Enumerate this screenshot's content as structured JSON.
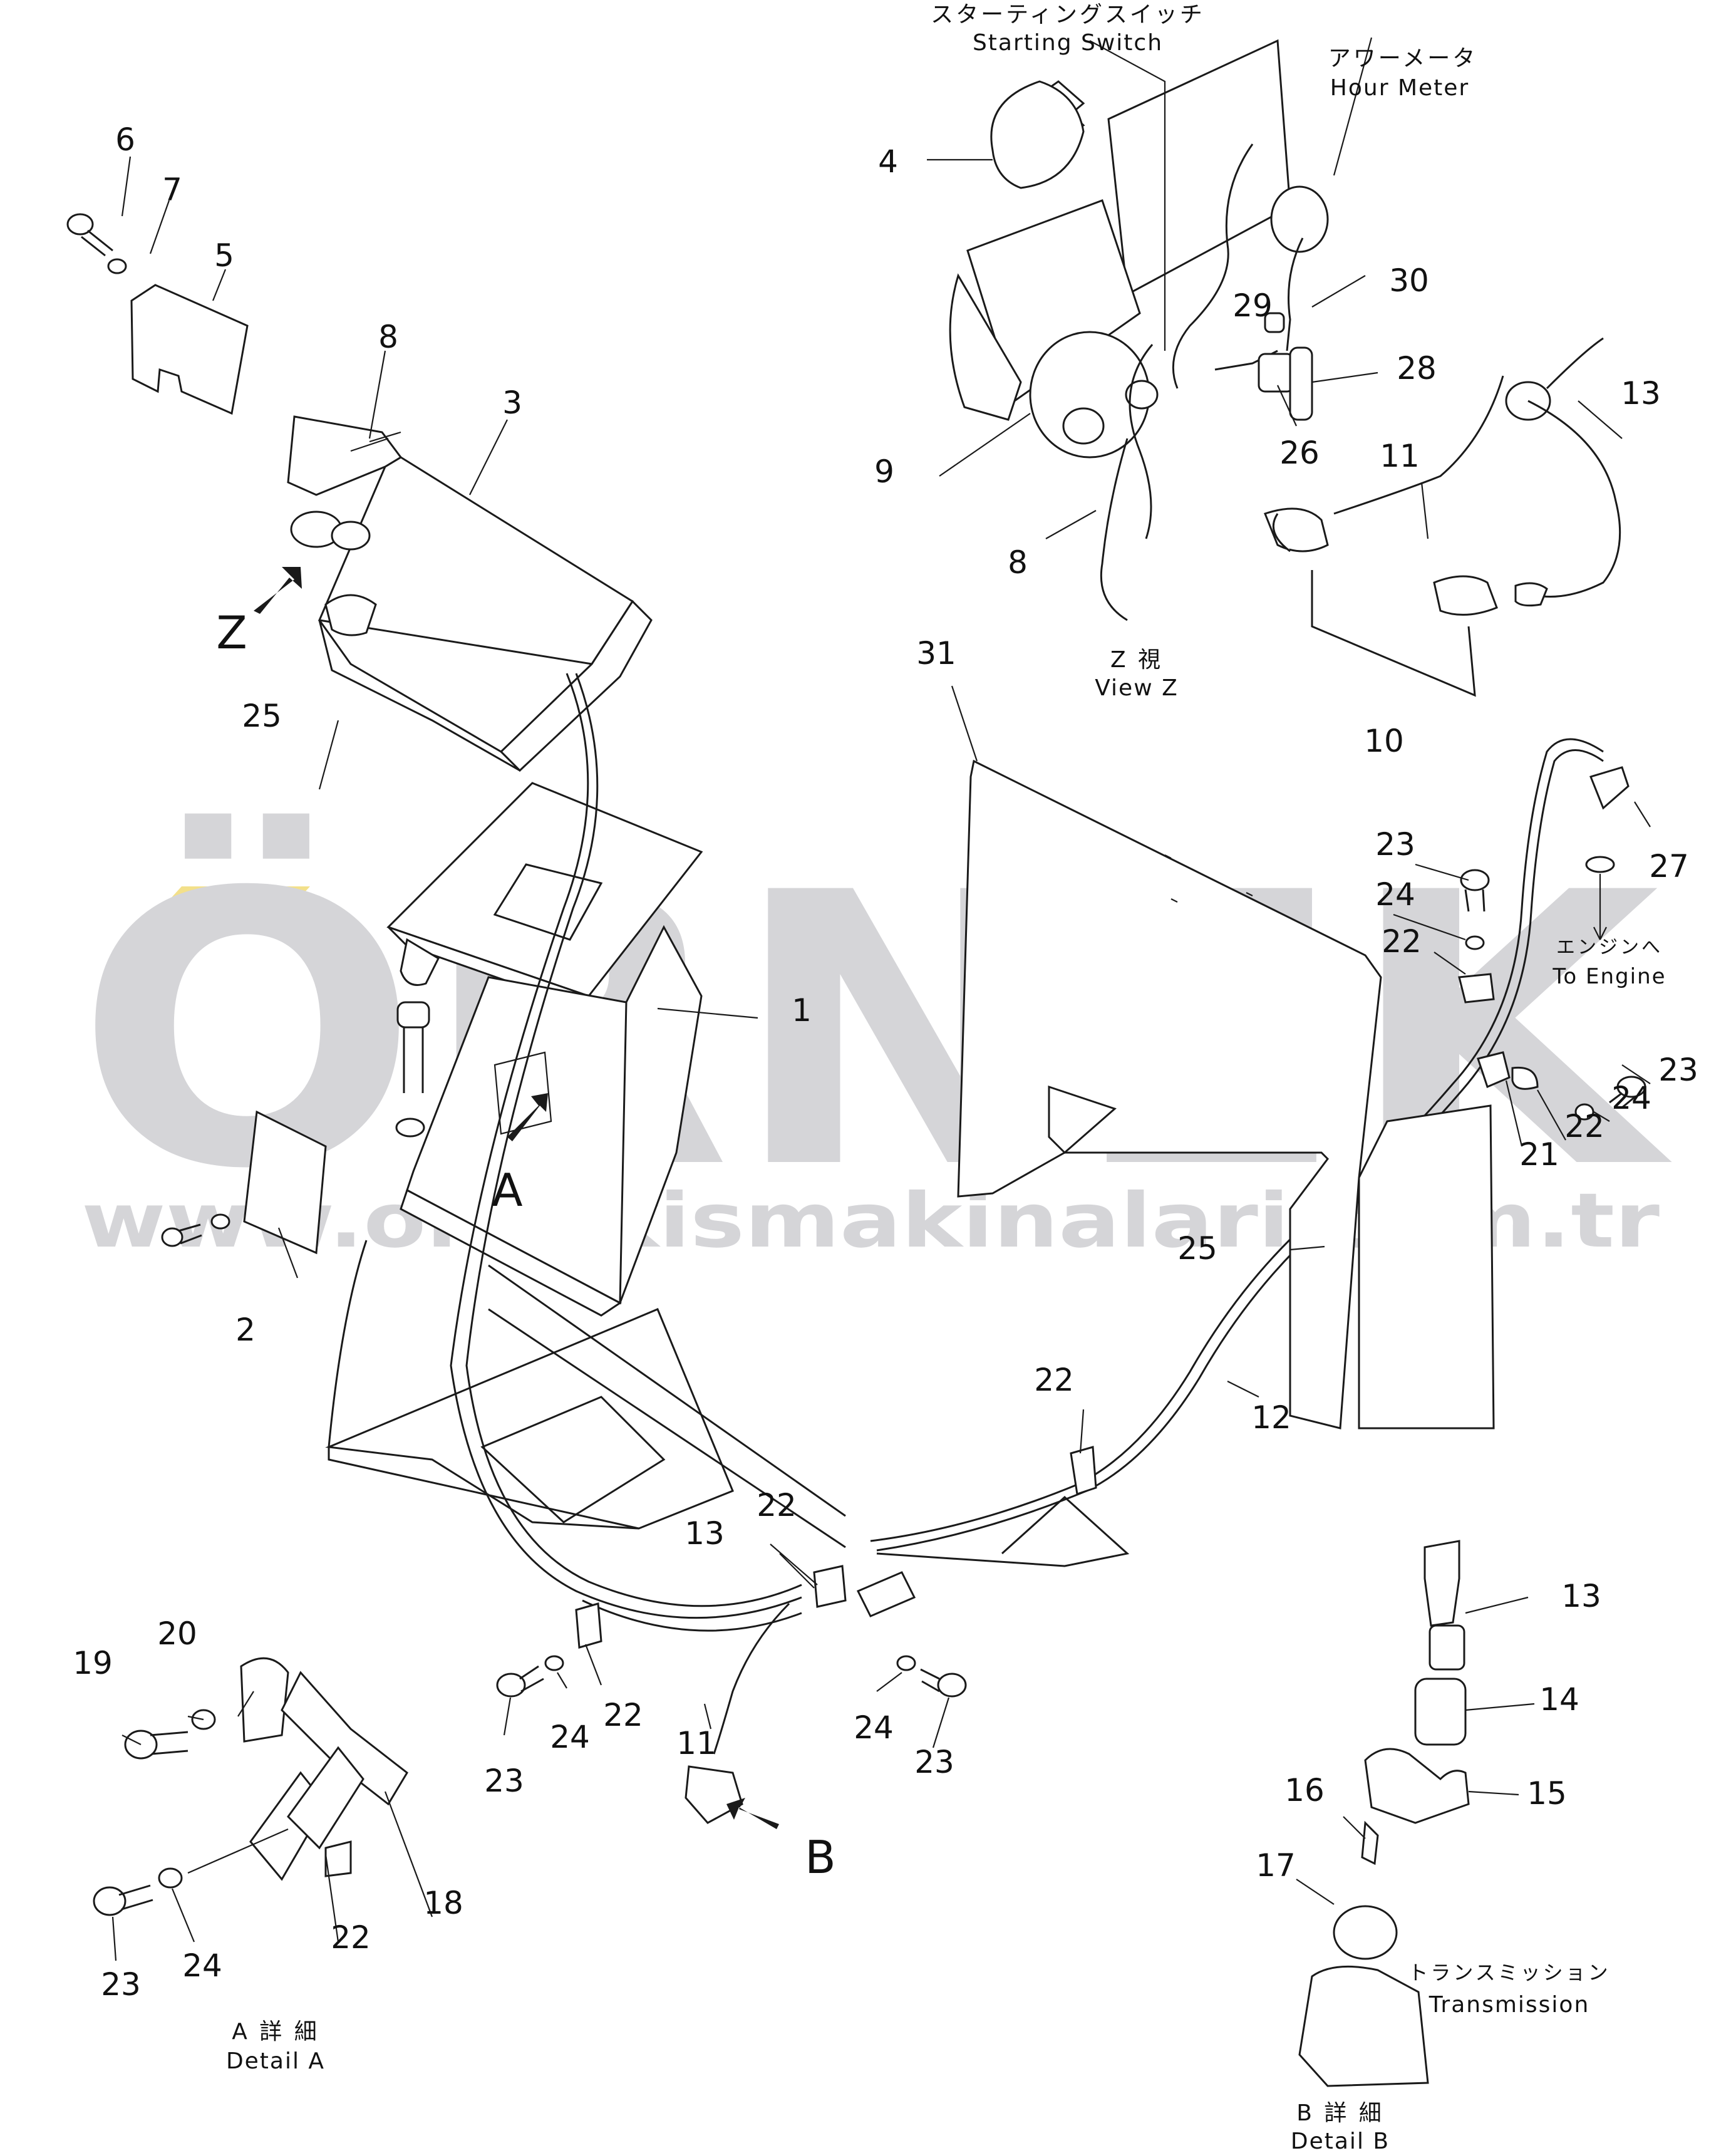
{
  "labels": [
    {
      "id": "l6",
      "text": "6"
    },
    {
      "id": "l7",
      "text": "7"
    },
    {
      "id": "l5",
      "text": "5"
    },
    {
      "id": "l8a",
      "text": "8"
    },
    {
      "id": "l3",
      "text": "3"
    },
    {
      "id": "l25a",
      "text": "25"
    },
    {
      "id": "l1",
      "text": "1"
    },
    {
      "id": "l2",
      "text": "2"
    },
    {
      "id": "l4",
      "text": "4"
    },
    {
      "id": "l9",
      "text": "9"
    },
    {
      "id": "l8b",
      "text": "8"
    },
    {
      "id": "l29",
      "text": "29"
    },
    {
      "id": "l30",
      "text": "30"
    },
    {
      "id": "l28",
      "text": "28"
    },
    {
      "id": "l26",
      "text": "26"
    },
    {
      "id": "l11a",
      "text": "11"
    },
    {
      "id": "l13a",
      "text": "13"
    },
    {
      "id": "l10",
      "text": "10"
    },
    {
      "id": "l31",
      "text": "31"
    },
    {
      "id": "l23a",
      "text": "23"
    },
    {
      "id": "l24a",
      "text": "24"
    },
    {
      "id": "l22a",
      "text": "22"
    },
    {
      "id": "l27",
      "text": "27"
    },
    {
      "id": "l23b",
      "text": "23"
    },
    {
      "id": "l24b",
      "text": "24"
    },
    {
      "id": "l22b",
      "text": "22"
    },
    {
      "id": "l21",
      "text": "21"
    },
    {
      "id": "l25b",
      "text": "25"
    },
    {
      "id": "l12",
      "text": "12"
    },
    {
      "id": "l22c",
      "text": "22"
    },
    {
      "id": "l22d",
      "text": "22"
    },
    {
      "id": "l13b",
      "text": "13"
    },
    {
      "id": "l22e",
      "text": "22"
    },
    {
      "id": "l23c",
      "text": "23"
    },
    {
      "id": "l24c",
      "text": "24"
    },
    {
      "id": "l11b",
      "text": "11"
    },
    {
      "id": "l24d",
      "text": "24"
    },
    {
      "id": "l23d",
      "text": "23"
    },
    {
      "id": "l19",
      "text": "19"
    },
    {
      "id": "l20",
      "text": "20"
    },
    {
      "id": "l18",
      "text": "18"
    },
    {
      "id": "l22f",
      "text": "22"
    },
    {
      "id": "l23e",
      "text": "23"
    },
    {
      "id": "l24e",
      "text": "24"
    },
    {
      "id": "l13c",
      "text": "13"
    },
    {
      "id": "l14",
      "text": "14"
    },
    {
      "id": "l15",
      "text": "15"
    },
    {
      "id": "l16",
      "text": "16"
    },
    {
      "id": "l17",
      "text": "17"
    }
  ],
  "letters": {
    "z": "Z",
    "a": "A",
    "b": "B"
  },
  "callouts": {
    "starting_switch_jp": "スターティングスイッチ",
    "starting_switch_en": "Starting Switch",
    "hour_meter_jp": "アワーメータ",
    "hour_meter_en": "Hour Meter",
    "view_z_jp": "Z 視",
    "view_z_en": "View Z",
    "to_engine_jp": "エンジンへ",
    "to_engine_en": "To Engine",
    "transmission_jp": "トランスミッション",
    "transmission_en": "Transmission",
    "detail_a_jp": "A 詳 細",
    "detail_a_en": "Detail A",
    "detail_b_jp": "B 詳 細",
    "detail_b_en": "Detail B"
  },
  "watermark": {
    "brand": "ÖRNEK",
    "url": "www.ornekismakinalari.com.tr",
    "color": "#d5d5d8",
    "accent": "#f3e08a"
  }
}
